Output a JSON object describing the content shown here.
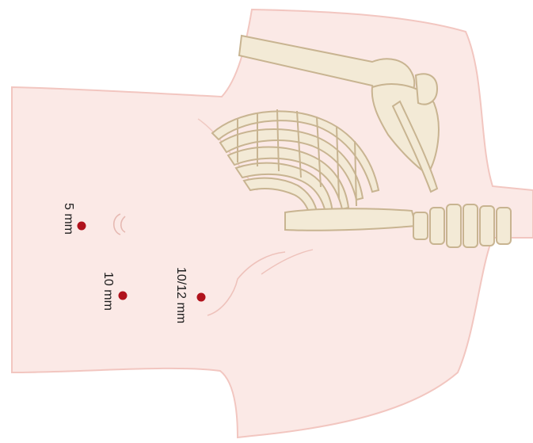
{
  "colors": {
    "skin_fill": "#fbe9e6",
    "skin_outline": "#f2c6c0",
    "bone_fill": "#f3ead6",
    "bone_outline": "#c8b491",
    "port_dot": "#b0121c"
  },
  "ports": [
    {
      "label": "5 mm"
    },
    {
      "label": "10 mm"
    },
    {
      "label": "10/12 mm"
    }
  ]
}
